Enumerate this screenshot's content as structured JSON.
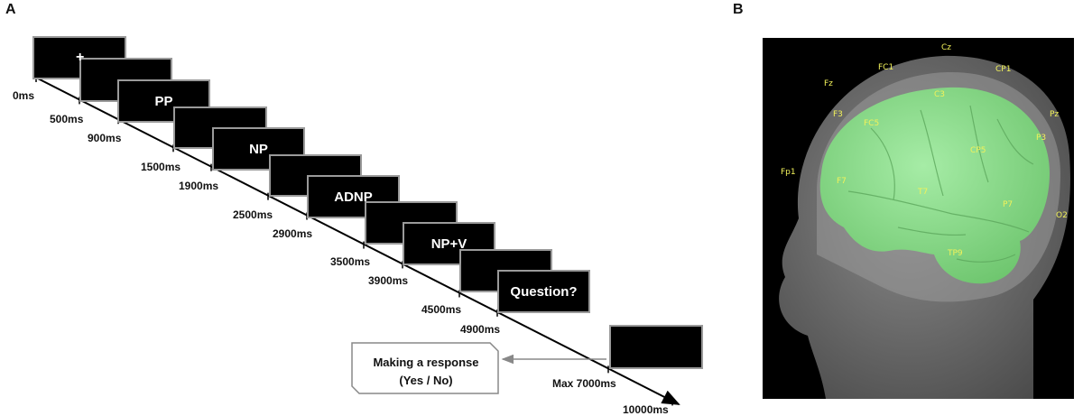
{
  "panels": {
    "a_label": "A",
    "b_label": "B"
  },
  "timeline": {
    "screens": [
      {
        "id": "s1",
        "text": ""
      },
      {
        "id": "s2",
        "text": ""
      },
      {
        "id": "s3",
        "text": "PP"
      },
      {
        "id": "s4",
        "text": ""
      },
      {
        "id": "s5",
        "text": "NP"
      },
      {
        "id": "s6",
        "text": ""
      },
      {
        "id": "s7",
        "text": "ADNP"
      },
      {
        "id": "s8",
        "text": ""
      },
      {
        "id": "s9",
        "text": "NP+V"
      },
      {
        "id": "s10",
        "text": ""
      },
      {
        "id": "s11",
        "text": "Question?"
      },
      {
        "id": "s12",
        "text": ""
      }
    ],
    "fixation_symbol": "+",
    "time_labels": [
      "0ms",
      "500ms",
      "900ms",
      "1500ms",
      "1900ms",
      "2500ms",
      "2900ms",
      "3500ms",
      "3900ms",
      "4500ms",
      "4900ms",
      "Max 7000ms",
      "10000ms"
    ],
    "response": {
      "line1": "Making a response",
      "line2": "(Yes / No)"
    }
  },
  "electrodes": [
    "Cz",
    "FC1",
    "CP1",
    "Fz",
    "C3",
    "Pz",
    "F3",
    "FC5",
    "P3",
    "CP5",
    "Fp1",
    "F7",
    "T7",
    "P7",
    "O2",
    "TP9"
  ],
  "colors": {
    "screen": "#000000",
    "screen_border": "#9a9a9a",
    "brain": "#8fe08f",
    "head": "#6e6e6e",
    "electrode_text": "#f2f25a"
  }
}
